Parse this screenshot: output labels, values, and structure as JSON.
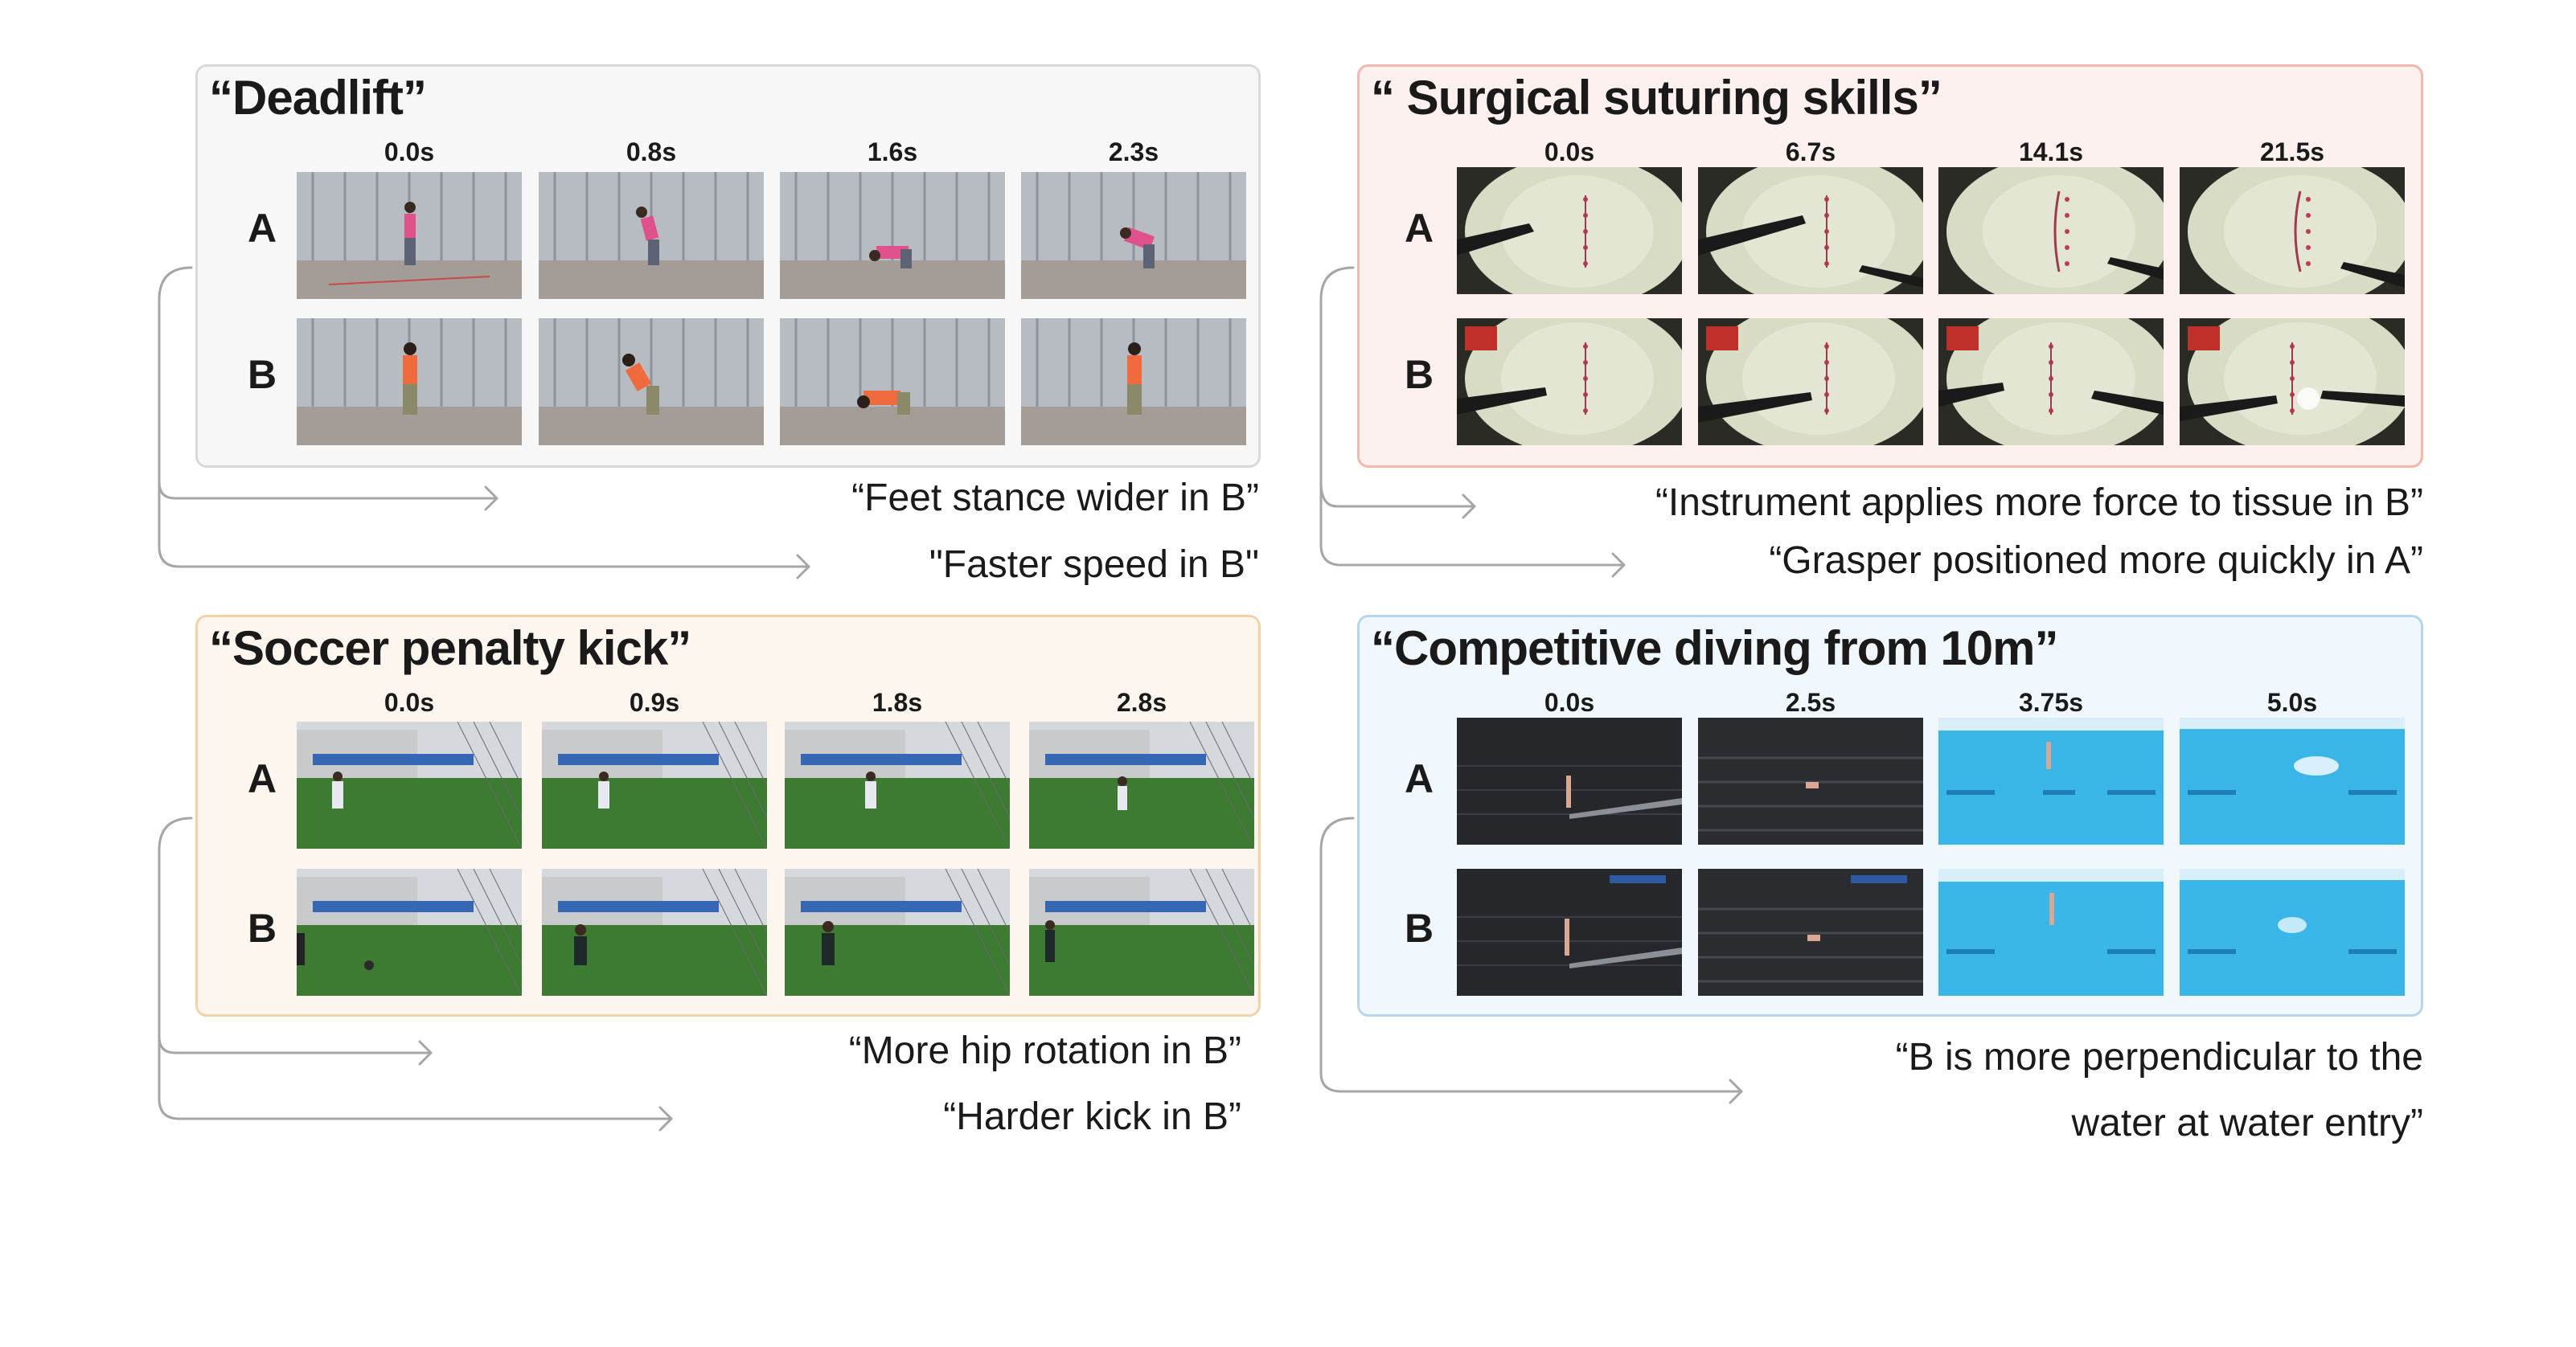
{
  "panels": [
    {
      "id": "deadlift",
      "title": "“Deadlift”",
      "times": [
        "0.0s",
        "0.8s",
        "1.6s",
        "2.3s"
      ],
      "rows": [
        "A",
        "B"
      ],
      "captions": [
        "“Feet stance wider in B”",
        "\"Faster speed in B\""
      ],
      "colors": {
        "border": "#d9d9d9",
        "fill": "#f7f7f7"
      }
    },
    {
      "id": "surgical",
      "title": "“ Surgical suturing skills”",
      "times": [
        "0.0s",
        "6.7s",
        "14.1s",
        "21.5s"
      ],
      "rows": [
        "A",
        "B"
      ],
      "captions": [
        "“Instrument applies more force to tissue in B”",
        "“Grasper positioned more quickly in A”"
      ],
      "colors": {
        "border": "#f2b7ad",
        "fill": "#fdf1ef"
      }
    },
    {
      "id": "soccer",
      "title": "“Soccer penalty kick”",
      "times": [
        "0.0s",
        "0.9s",
        "1.8s",
        "2.8s"
      ],
      "rows": [
        "A",
        "B"
      ],
      "captions": [
        "“More hip rotation in B”",
        "“Harder kick in B”"
      ],
      "colors": {
        "border": "#f3d2a8",
        "fill": "#fdf6ee"
      }
    },
    {
      "id": "diving",
      "title": "“Competitive diving from 10m”",
      "times": [
        "0.0s",
        "2.5s",
        "3.75s",
        "5.0s"
      ],
      "rows": [
        "A",
        "B"
      ],
      "captions": [
        "“B is more perpendicular to the",
        "water at water entry”"
      ],
      "colors": {
        "border": "#b6d6ec",
        "fill": "#f1f8fd"
      }
    }
  ],
  "connector_color": "#9a9a9a"
}
